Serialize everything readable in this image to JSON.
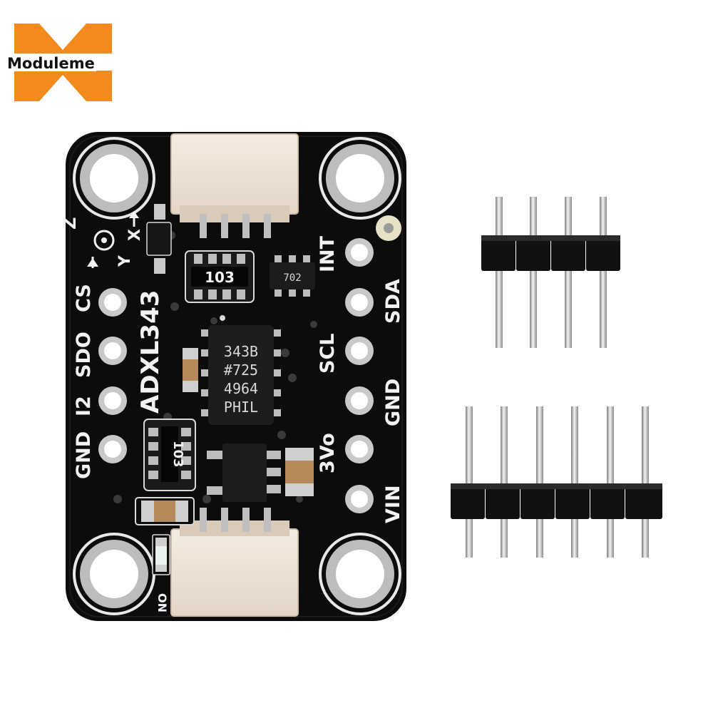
{
  "logo": {
    "brand": "Moduleme",
    "colors": {
      "orange": "#f28a1e",
      "text": "#111111"
    }
  },
  "board": {
    "colors": {
      "pcb": "#0c0c0c",
      "silk": "#f2f2f2",
      "pad": "#c9c9c9",
      "connector": "#efe5da"
    },
    "chip_name": "ADXL343",
    "left_pins": [
      "CS",
      "SDO",
      "I2",
      "GND"
    ],
    "right_pins": [
      "INT",
      "SDA",
      "SCL",
      "GND",
      "3Vo",
      "VIN"
    ],
    "axis_labels": {
      "z": "Z",
      "y": "Y",
      "x": "X"
    },
    "resistor_top": "103",
    "resistor_left": "103",
    "sot_marking": "702",
    "main_chip_lines": [
      "343B",
      "#725",
      "4964",
      "PHIL"
    ],
    "led_label": "ON"
  },
  "headers": {
    "short_pins": 4,
    "long_pins": 6
  }
}
